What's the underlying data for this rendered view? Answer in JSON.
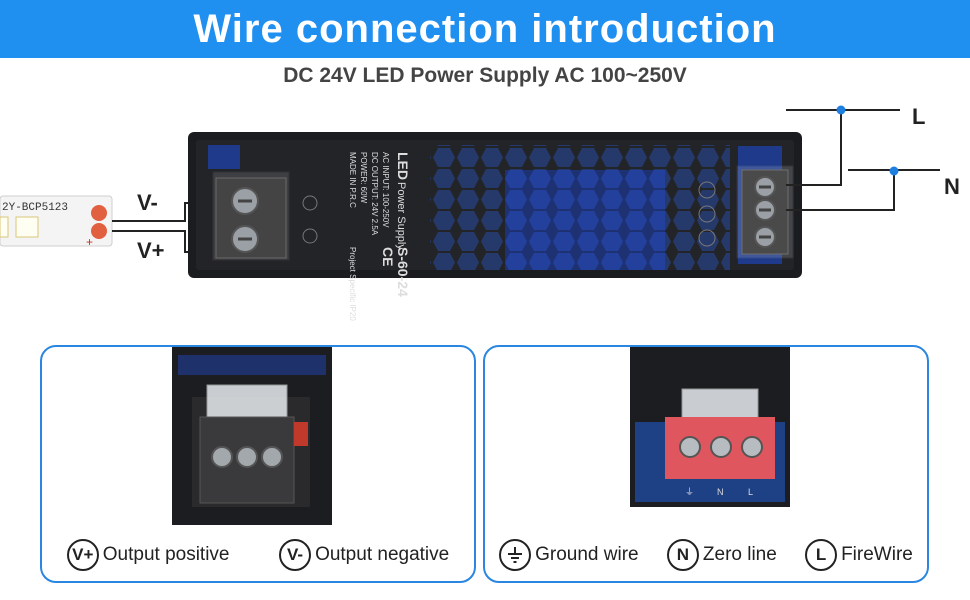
{
  "header": {
    "title": "Wire connection introduction",
    "subtitle": "DC 24V LED Power Supply AC 100~250V"
  },
  "wiring_labels": {
    "v_minus": "V-",
    "v_plus": "V+",
    "l": "L",
    "n": "N"
  },
  "led_strip": {
    "print": "2Y-BCP5123"
  },
  "psu_label": {
    "brand": "LED",
    "product": "Power Supply",
    "model": "S-60-24",
    "ac_input": "AC INPUT: 100-250V",
    "dc_output": "DC OUTPUT: 24V 2.5A",
    "power": "POWER: 60W",
    "made_in": "MADE IN P.R.C",
    "project": "Project Specific  IP20",
    "ce": "CE"
  },
  "legend_left": [
    {
      "symbol": "V+",
      "label": "Output positive"
    },
    {
      "symbol": "V-",
      "label": "Output negative"
    }
  ],
  "legend_right": [
    {
      "symbol": "ground",
      "label": "Ground wire"
    },
    {
      "symbol": "N",
      "label": "Zero line"
    },
    {
      "symbol": "L",
      "label": "FireWire"
    }
  ],
  "terminal_marks": {
    "right": [
      "⏚",
      "N",
      "L"
    ]
  },
  "colors": {
    "banner": "#1f8ff0",
    "card_border": "#2a86e0",
    "psu_body": "#1b1c20",
    "terminal_red": "#e0565e",
    "wire": "#222222",
    "dot": "#1f7fe0"
  }
}
